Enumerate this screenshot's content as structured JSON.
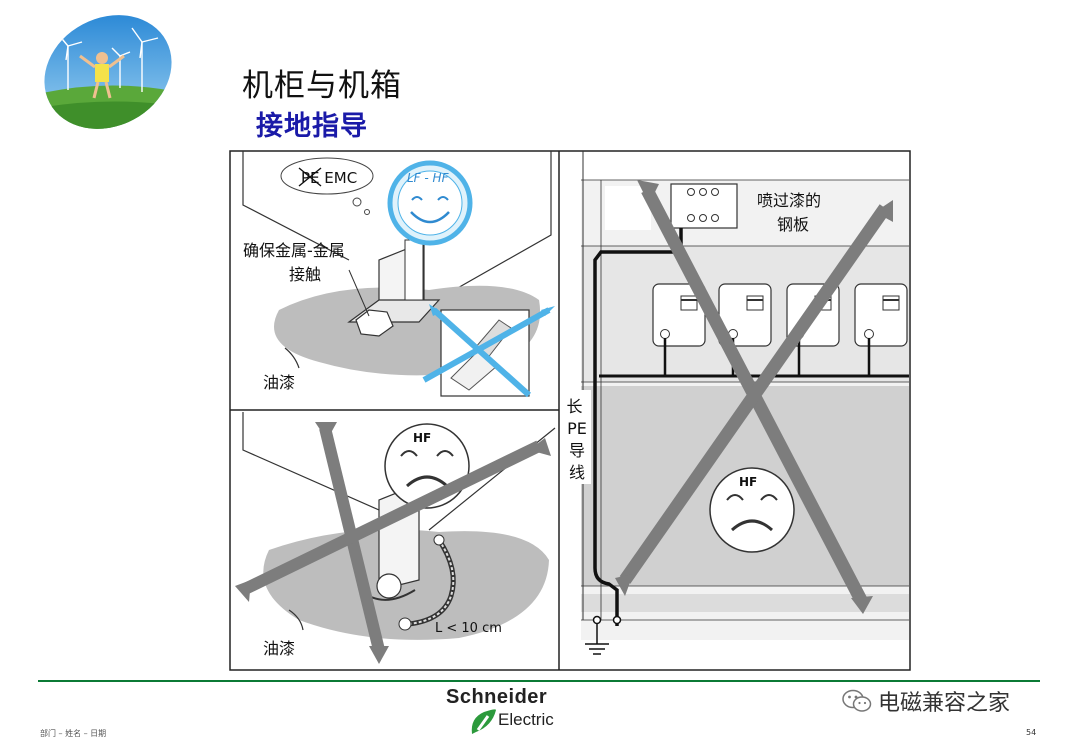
{
  "slide": {
    "title": "机柜与机箱",
    "subtitle": "接地指导",
    "page_number": "54",
    "footer_left": "部门 – 姓名 – 日期"
  },
  "brand": {
    "name": "Schneider",
    "sub": "Electric"
  },
  "watermark": {
    "text": "电磁兼容之家"
  },
  "diagram": {
    "panel_top_left": {
      "bubble_text": "PE EMC",
      "badge_text": "LF - HF",
      "label_contact_1": "确保金属-金属",
      "label_contact_2": "接触",
      "label_paint": "油漆"
    },
    "panel_bottom_left": {
      "badge_text": "HF",
      "label_length": "L < 10 cm",
      "label_paint": "油漆"
    },
    "panel_right": {
      "label_painted_1": "喷过漆的",
      "label_painted_2": "钢板",
      "label_long_pe": "长PE导线",
      "badge_text": "HF"
    }
  },
  "colors": {
    "title": "#111111",
    "subtitle": "#1a1aa8",
    "footer_line": "#0b7a35",
    "cross_grey": "#7d7d7d",
    "cross_blue": "#4fb3e8",
    "paint_grey": "#bdbdbd"
  }
}
